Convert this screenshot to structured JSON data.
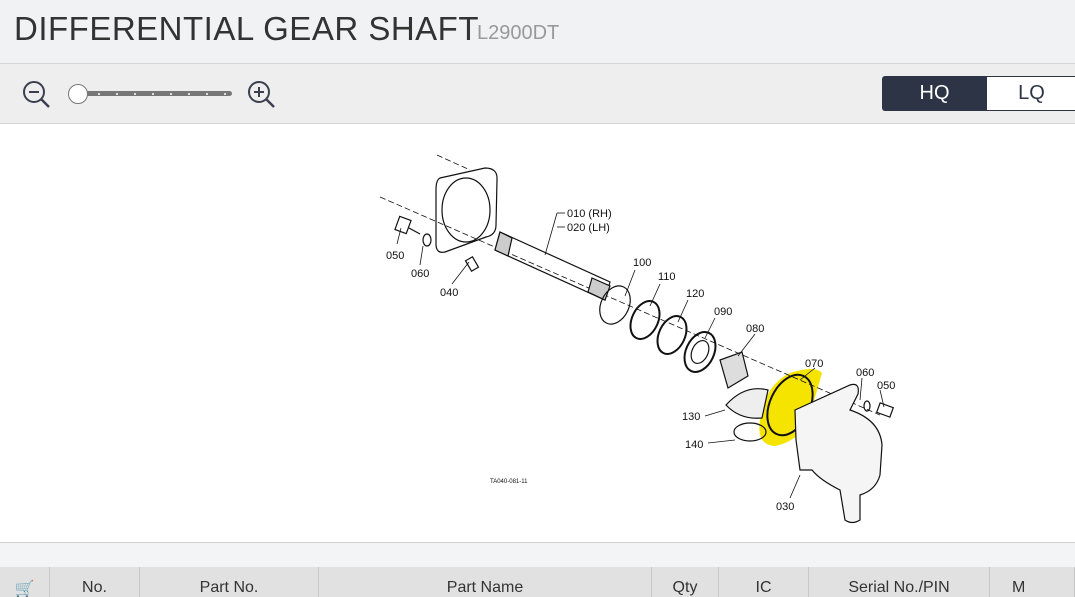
{
  "header": {
    "title": "DIFFERENTIAL GEAR SHAFT",
    "model": "L2900DT"
  },
  "toolbar": {
    "zoom_level": 0,
    "quality": {
      "hq": "HQ",
      "lq": "LQ",
      "selected": "HQ"
    }
  },
  "diagram": {
    "highlight_color": "#f5e400",
    "drawing_code": "TA040-081-11",
    "callouts": {
      "c010": "010 (RH)",
      "c020": "020 (LH)",
      "c050a": "050",
      "c060a": "060",
      "c040": "040",
      "c100": "100",
      "c110": "110",
      "c120": "120",
      "c090": "090",
      "c080": "080",
      "c070": "070",
      "c060b": "060",
      "c050b": "050",
      "c130": "130",
      "c140": "140",
      "c030": "030"
    }
  },
  "table": {
    "columns": [
      "No.",
      "Part No.",
      "Part Name",
      "Qty",
      "IC",
      "Serial No./PIN",
      "M"
    ]
  }
}
